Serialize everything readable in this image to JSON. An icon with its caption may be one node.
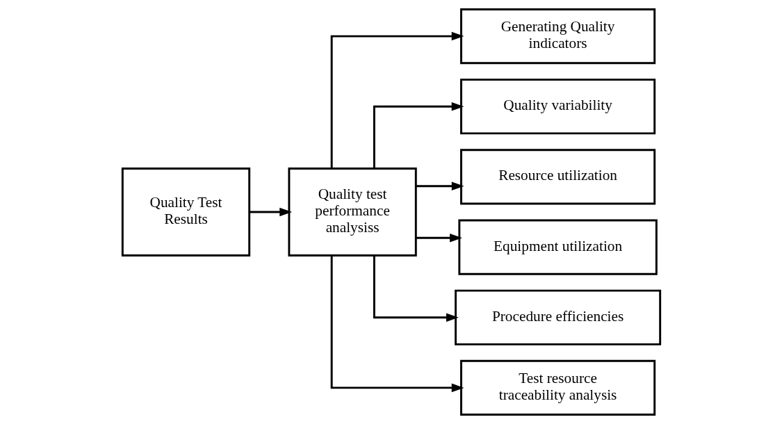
{
  "diagram": {
    "nodes": [
      {
        "text": [
          "Quality Test Results"
        ]
      },
      {
        "text": [
          "Quality test performance analysiss"
        ]
      },
      {
        "text": [
          "Generating Quality indicators"
        ]
      },
      {
        "text": [
          "Quality variability"
        ]
      },
      {
        "text": [
          "Resource utilization"
        ]
      },
      {
        "text": [
          "Equipment utilization"
        ]
      },
      {
        "text": [
          "Procedure efficiencies"
        ]
      },
      {
        "text": [
          "Test resource traceability analysis"
        ]
      }
    ],
    "edges": [
      {
        "from": 0,
        "to": 1,
        "arrow": "to"
      },
      {
        "from": 1,
        "to": 2,
        "arrow": "to"
      },
      {
        "from": 1,
        "to": 3,
        "arrow": "to"
      },
      {
        "from": 1,
        "to": 4,
        "arrow": "to"
      },
      {
        "from": 1,
        "to": 5,
        "arrow": "to"
      },
      {
        "from": 1,
        "to": 6,
        "arrow": "to"
      },
      {
        "from": 1,
        "to": 7,
        "arrow": "to"
      }
    ]
  }
}
